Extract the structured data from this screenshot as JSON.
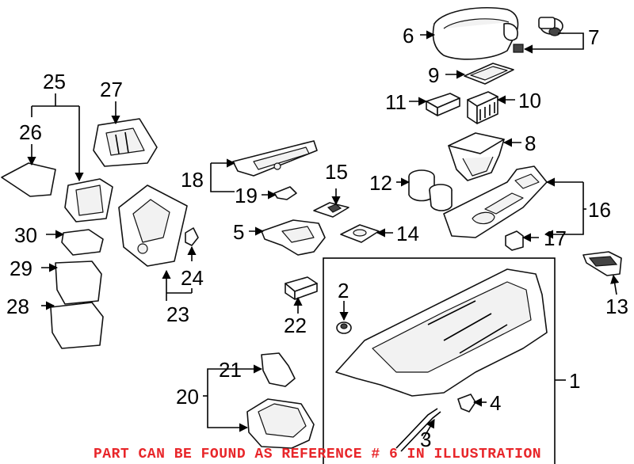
{
  "diagram": {
    "labels": {
      "l1": "1",
      "l2": "2",
      "l3": "3",
      "l4": "4",
      "l5": "5",
      "l6": "6",
      "l7": "7",
      "l8": "8",
      "l9": "9",
      "l10": "10",
      "l11": "11",
      "l12": "12",
      "l13": "13",
      "l14": "14",
      "l15": "15",
      "l16": "16",
      "l17": "17",
      "l18": "18",
      "l19": "19",
      "l20": "20",
      "l21": "21",
      "l22": "22",
      "l23": "23",
      "l24": "24",
      "l25": "25",
      "l26": "26",
      "l27": "27",
      "l28": "28",
      "l29": "29",
      "l30": "30"
    },
    "note": "PART CAN BE FOUND AS REFERENCE # 6 IN ILLUSTRATION",
    "colors": {
      "note": "#e8262a",
      "line": "#000000"
    }
  }
}
